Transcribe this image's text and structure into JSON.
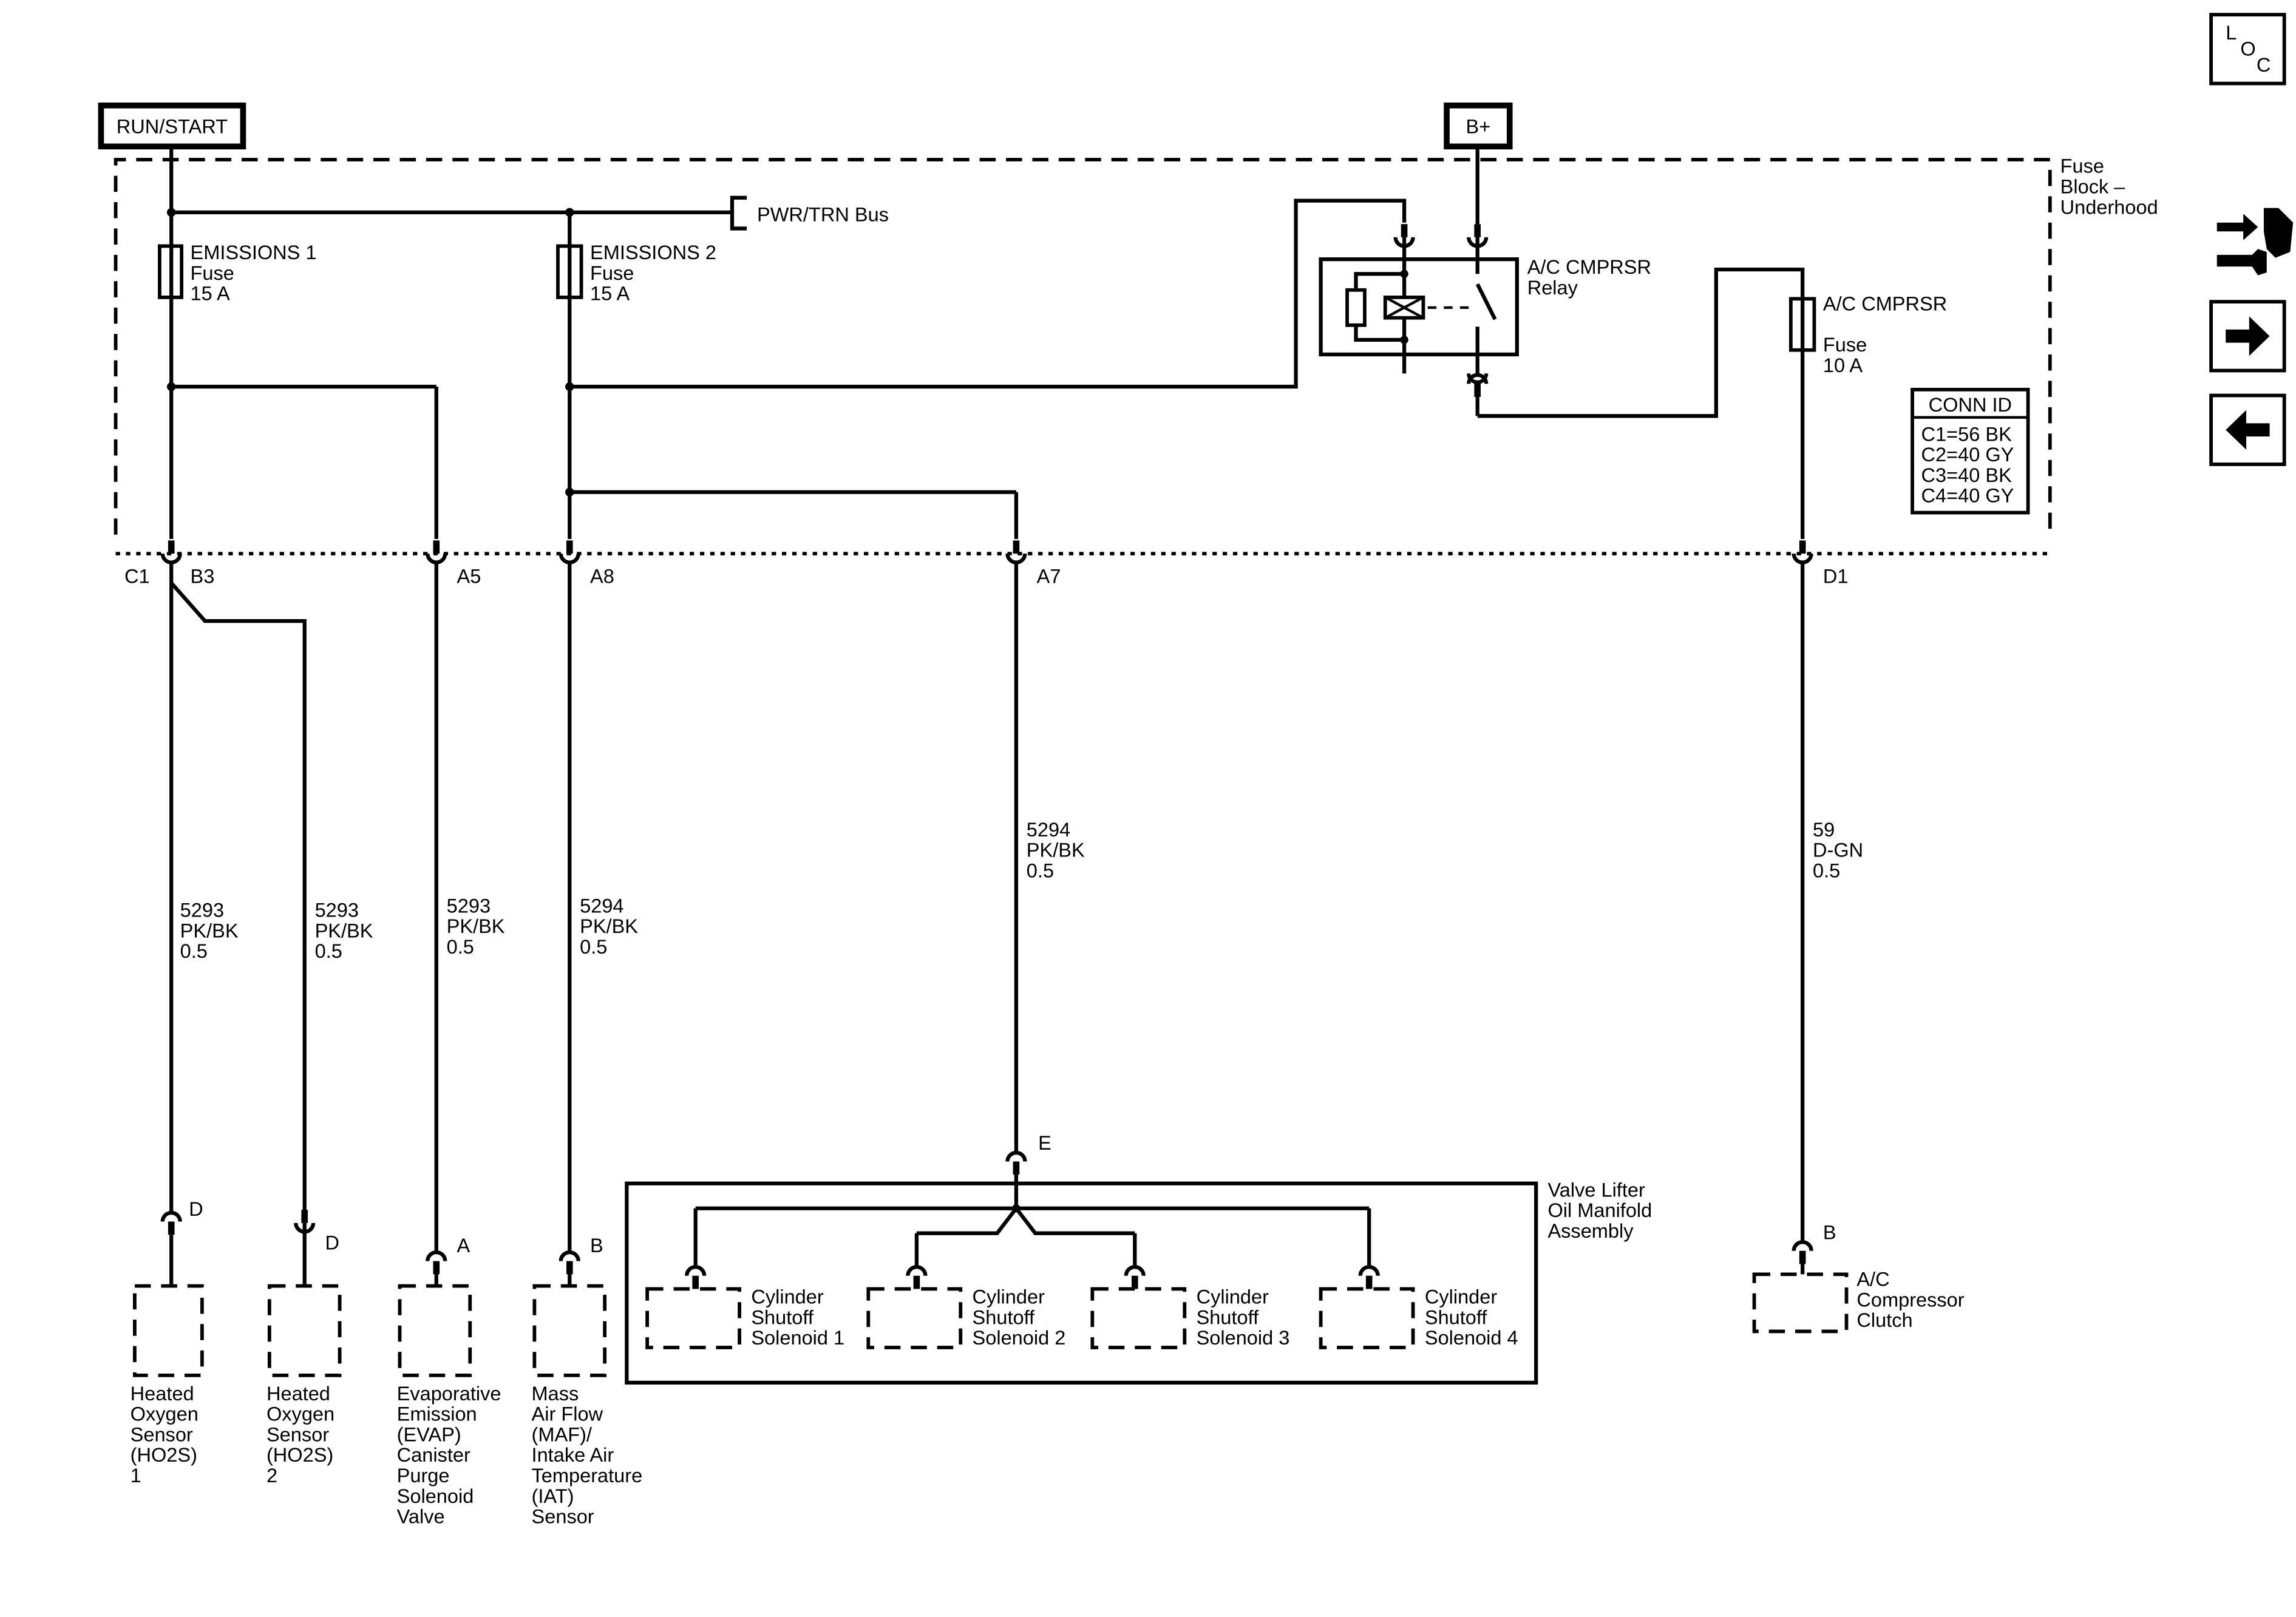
{
  "power_sources": {
    "run_start": "RUN/START",
    "b_plus": "B+"
  },
  "loc_icon": {
    "l": "L",
    "o": "O",
    "c": "C"
  },
  "fuse_block": {
    "label_lines": [
      "Fuse",
      "Block –",
      "Underhood"
    ],
    "bus_label": "PWR/TRN Bus",
    "fuses": [
      {
        "name": "EMISSIONS 1",
        "type": "Fuse",
        "rating": "15 A"
      },
      {
        "name": "EMISSIONS 2",
        "type": "Fuse",
        "rating": "15 A"
      },
      {
        "name": "A/C CMPRSR",
        "type": "Fuse",
        "rating": "10 A"
      }
    ],
    "relay": {
      "name": "A/C CMPRSR",
      "type": "Relay"
    },
    "conn_id": {
      "title": "CONN ID",
      "rows": [
        "C1=56 BK",
        "C2=40 GY",
        "C3=40 BK",
        "C4=40 GY"
      ]
    }
  },
  "connector_pins": {
    "c1": "C1",
    "b3": "B3",
    "a5": "A5",
    "a8": "A8",
    "a7": "A7",
    "d1": "D1"
  },
  "wires": [
    {
      "circuit": "5293",
      "color": "PK/BK",
      "size": "0.5"
    },
    {
      "circuit": "5293",
      "color": "PK/BK",
      "size": "0.5"
    },
    {
      "circuit": "5293",
      "color": "PK/BK",
      "size": "0.5"
    },
    {
      "circuit": "5294",
      "color": "PK/BK",
      "size": "0.5"
    },
    {
      "circuit": "5294",
      "color": "PK/BK",
      "size": "0.5"
    },
    {
      "circuit": "59",
      "color": "D-GN",
      "size": "0.5"
    }
  ],
  "components": [
    {
      "pin": "D",
      "label_lines": [
        "Heated",
        "Oxygen",
        "Sensor",
        "(HO2S)",
        "1"
      ]
    },
    {
      "pin": "D",
      "label_lines": [
        "Heated",
        "Oxygen",
        "Sensor",
        "(HO2S)",
        "2"
      ]
    },
    {
      "pin": "A",
      "label_lines": [
        "Evaporative",
        "Emission",
        "(EVAP)",
        "Canister",
        "Purge",
        "Solenoid",
        "Valve"
      ]
    },
    {
      "pin": "B",
      "label_lines": [
        "Mass",
        "Air Flow",
        "(MAF)/",
        "Intake Air",
        "Temperature",
        "(IAT)",
        "Sensor"
      ]
    },
    {
      "pin": "B",
      "label_lines": [
        "A/C",
        "Compressor",
        "Clutch"
      ]
    }
  ],
  "valve_lifter": {
    "pin": "E",
    "label_lines": [
      "Valve Lifter",
      "Oil Manifold",
      "Assembly"
    ],
    "solenoids": [
      [
        "Cylinder",
        "Shutoff",
        "Solenoid 1"
      ],
      [
        "Cylinder",
        "Shutoff",
        "Solenoid 2"
      ],
      [
        "Cylinder",
        "Shutoff",
        "Solenoid 3"
      ],
      [
        "Cylinder",
        "Shutoff",
        "Solenoid 4"
      ]
    ]
  },
  "nav_icons": [
    "engine-service-icon",
    "arrow-right-icon",
    "arrow-left-icon"
  ]
}
